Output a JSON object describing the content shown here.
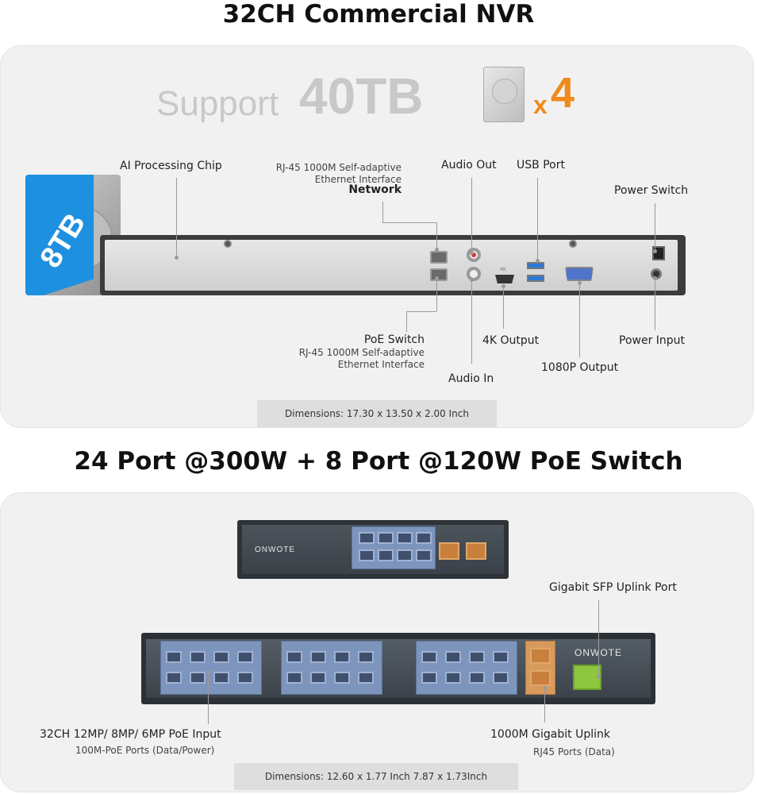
{
  "titles": {
    "nvr": "32CH Commercial NVR",
    "switch": "24 Port @300W + 8 Port @120W PoE Switch"
  },
  "support": {
    "word": "Support",
    "capacity": "40TB",
    "multiplier_x": "x",
    "multiplier_n": "4"
  },
  "hdd_badge": "8TB",
  "nvr_labels": {
    "ai_chip": "AI Processing Chip",
    "network_sub1": "RJ-45 1000M Self-adaptive",
    "network_sub2": "Ethernet Interface",
    "network": "Network",
    "audio_out": "Audio Out",
    "usb_port": "USB Port",
    "power_switch": "Power Switch",
    "poe_switch": "PoE Switch",
    "poe_sub1": "RJ-45 1000M Self-adaptive",
    "poe_sub2": "Ethernet Interface",
    "audio_in": "Audio In",
    "output_4k": "4K Output",
    "output_1080p": "1080P Output",
    "power_input": "Power Input"
  },
  "nvr_dimensions": "Dimensions: 17.30 x 13.50 x 2.00 Inch",
  "switch_labels": {
    "brand": "ONWOTE",
    "sfp": "Gigabit SFP Uplink Port",
    "poe_input": "32CH 12MP/ 8MP/ 6MP PoE Input",
    "poe_input_sub": "100M-PoE Ports  (Data/Power)",
    "uplink": "1000M Gigabit Uplink",
    "uplink_sub": "RJ45 Ports (Data)"
  },
  "switch_dimensions": "Dimensions: 12.60 x 1.77 Inch   7.87 x 1.73Inch",
  "colors": {
    "accent_orange": "#f08a1c",
    "hdd_blue": "#1e90e0",
    "panel_bg": "#f1f1f1"
  }
}
